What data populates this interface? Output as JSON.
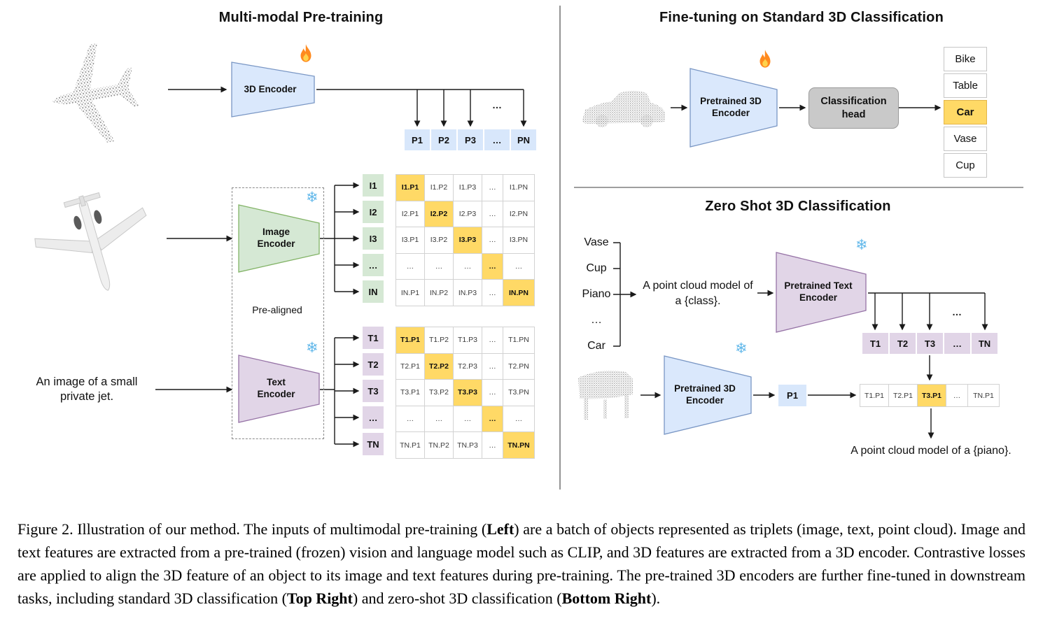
{
  "panels": {
    "pretraining": {
      "title": "Multi-modal Pre-training",
      "encoder_3d_label": "3D Encoder",
      "image_encoder_label": "Image\nEncoder",
      "text_encoder_label": "Text\nEncoder",
      "prealigned_label": "Pre-aligned",
      "image_caption": "An image of a small\nprivate jet.",
      "connector_dots": "…",
      "p_row": [
        "P1",
        "P2",
        "P3",
        "…",
        "PN"
      ],
      "i_labels": [
        "I1",
        "I2",
        "I3",
        "…",
        "IN"
      ],
      "t_labels": [
        "T1",
        "T2",
        "T3",
        "…",
        "TN"
      ],
      "i_matrix": [
        [
          "I1.P1",
          "I1.P2",
          "I1.P3",
          "…",
          "I1.PN"
        ],
        [
          "I2.P1",
          "I2.P2",
          "I2.P3",
          "…",
          "I2.PN"
        ],
        [
          "I3.P1",
          "I3.P2",
          "I3.P3",
          "…",
          "I3.PN"
        ],
        [
          "…",
          "…",
          "…",
          "…",
          "…"
        ],
        [
          "IN.P1",
          "IN.P2",
          "IN.P3",
          "…",
          "IN.PN"
        ]
      ],
      "t_matrix": [
        [
          "T1.P1",
          "T1.P2",
          "T1.P3",
          "…",
          "T1.PN"
        ],
        [
          "T2.P1",
          "T2.P2",
          "T2.P3",
          "…",
          "T2.PN"
        ],
        [
          "T3.P1",
          "T3.P2",
          "T3.P3",
          "…",
          "T3.PN"
        ],
        [
          "…",
          "…",
          "…",
          "…",
          "…"
        ],
        [
          "TN.P1",
          "TN.P2",
          "TN.P3",
          "…",
          "TN.PN"
        ]
      ]
    },
    "finetune": {
      "title": "Fine-tuning on Standard 3D Classification",
      "encoder_label": "Pretrained 3D\nEncoder",
      "head_label": "Classification\nhead",
      "classes": [
        "Bike",
        "Table",
        "Car",
        "Vase",
        "Cup"
      ],
      "highlighted_class_index": 2
    },
    "zeroshot": {
      "title": "Zero Shot 3D Classification",
      "class_words": [
        "Vase",
        "Cup",
        "Piano",
        "…",
        "Car"
      ],
      "prompt": "A point cloud model of\na {class}.",
      "text_encoder_label": "Pretrained Text\nEncoder",
      "encoder_3d_label": "Pretrained 3D\nEncoder",
      "t_row": [
        "T1",
        "T2",
        "T3",
        "…",
        "TN"
      ],
      "p_cell": "P1",
      "result_row": [
        "T1.P1",
        "T2.P1",
        "T3.P1",
        "…",
        "TN.P1"
      ],
      "result_highlight_index": 2,
      "connector_dots": "…",
      "result_caption": "A point cloud model of a {piano}."
    }
  },
  "icons": {
    "snowflake_glyph": "❄"
  },
  "colors": {
    "blue": "#d8e7fb",
    "green": "#d5e8d4",
    "purple": "#e1d5e7",
    "highlight": "#ffd966",
    "head_gray": "#c9c9c9"
  },
  "caption": {
    "segments": [
      {
        "text": "Figure 2. Illustration of our method. The inputs of multimodal pre-training (",
        "bold": false
      },
      {
        "text": "Left",
        "bold": true
      },
      {
        "text": ") are a batch of objects represented as triplets (image, text, point cloud). Image and text features are extracted from a pre-trained (frozen) vision and language model such as CLIP, and 3D features are extracted from a 3D encoder. Contrastive losses are applied to align the 3D feature of an object to its image and text features during pre-training. The pre-trained 3D encoders are further fine-tuned in downstream tasks, including standard 3D classification (",
        "bold": false
      },
      {
        "text": "Top Right",
        "bold": true
      },
      {
        "text": ") and zero-shot 3D classification (",
        "bold": false
      },
      {
        "text": "Bottom Right",
        "bold": true
      },
      {
        "text": ").",
        "bold": false
      }
    ]
  }
}
